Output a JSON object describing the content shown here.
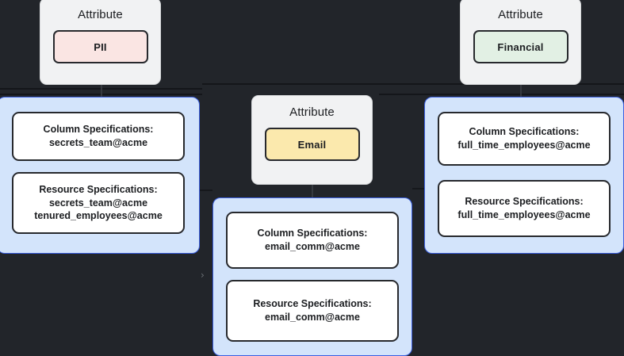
{
  "theme": {
    "background": "#22252a",
    "attribute_card_bg": "#f1f2f3",
    "group_bg": "#d3e4fb",
    "group_border": "#3b5fe0",
    "box_bg": "#ffffff",
    "box_border": "#27292d",
    "text": "#1c1e21",
    "chip_pii": "#fae5e3",
    "chip_financial": "#e2f0e4",
    "chip_email": "#fbe9ad",
    "edge_color": "#2b2e33"
  },
  "diagram": {
    "attributes": [
      {
        "id": "pii",
        "title": "Attribute",
        "chip_label": "PII",
        "chip_color": "#fae5e3"
      },
      {
        "id": "financial",
        "title": "Attribute",
        "chip_label": "Financial",
        "chip_color": "#e2f0e4"
      },
      {
        "id": "email",
        "title": "Attribute",
        "chip_label": "Email",
        "chip_color": "#fbe9ad"
      }
    ],
    "groups": [
      {
        "id": "pii",
        "boxes": [
          {
            "heading": "Column Specifications:",
            "entries": [
              "secrets_team@acme"
            ]
          },
          {
            "heading": "Resource Specifications:",
            "entries": [
              "secrets_team@acme",
              "tenured_employees@acme"
            ]
          }
        ]
      },
      {
        "id": "email",
        "boxes": [
          {
            "heading": "Column Specifications:",
            "entries": [
              "email_comm@acme"
            ]
          },
          {
            "heading": "Resource Specifications:",
            "entries": [
              "email_comm@acme"
            ]
          }
        ]
      },
      {
        "id": "financial",
        "boxes": [
          {
            "heading": "Column Specifications:",
            "entries": [
              "full_time_employees@acme"
            ]
          },
          {
            "heading": "Resource Specifications:",
            "entries": [
              "full_time_employees@acme"
            ]
          }
        ]
      }
    ],
    "controls": {
      "collapse_chevron": "›"
    }
  }
}
